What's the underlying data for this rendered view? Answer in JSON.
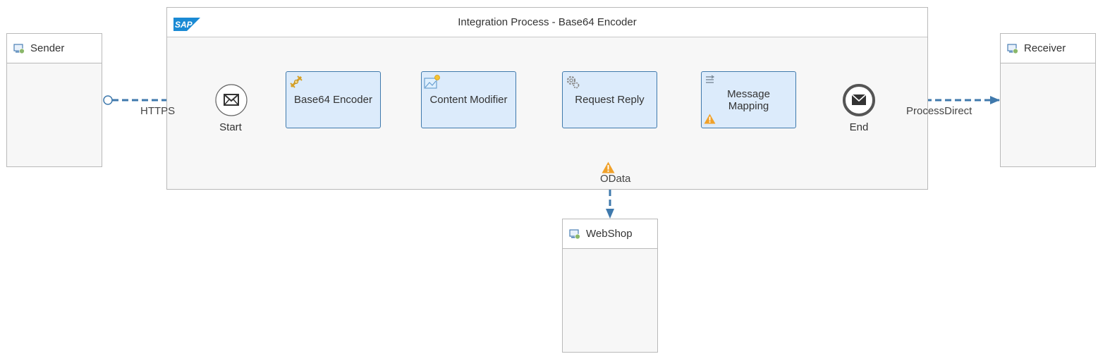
{
  "process": {
    "title": "Integration Process - Base64 Encoder",
    "logo_text": "SAP"
  },
  "participants": {
    "sender": {
      "label": "Sender",
      "icon": "system-icon"
    },
    "receiver": {
      "label": "Receiver",
      "icon": "system-icon"
    },
    "webshop": {
      "label": "WebShop",
      "icon": "system-icon"
    }
  },
  "events": {
    "start": {
      "label": "Start",
      "icon": "envelope-icon"
    },
    "end": {
      "label": "End",
      "icon": "envelope-filled-icon"
    }
  },
  "steps": [
    {
      "label": "Base64 Encoder",
      "icon": "script-converter-icon",
      "warning": false
    },
    {
      "label": "Content Modifier",
      "icon": "content-modifier-icon",
      "warning": false
    },
    {
      "label": "Request Reply",
      "icon": "gear-icon",
      "warning": false
    },
    {
      "label": "Message\nMapping",
      "icon": "mapping-icon",
      "warning": true
    }
  ],
  "connections": {
    "sender": {
      "adapter": "HTTPS"
    },
    "receiver": {
      "adapter": "ProcessDirect"
    },
    "webshop": {
      "adapter": "OData",
      "warning": true
    }
  },
  "colors": {
    "connector": "#3f79ac",
    "step_fill": "#dcebfb",
    "warning": "#f0a12a"
  }
}
